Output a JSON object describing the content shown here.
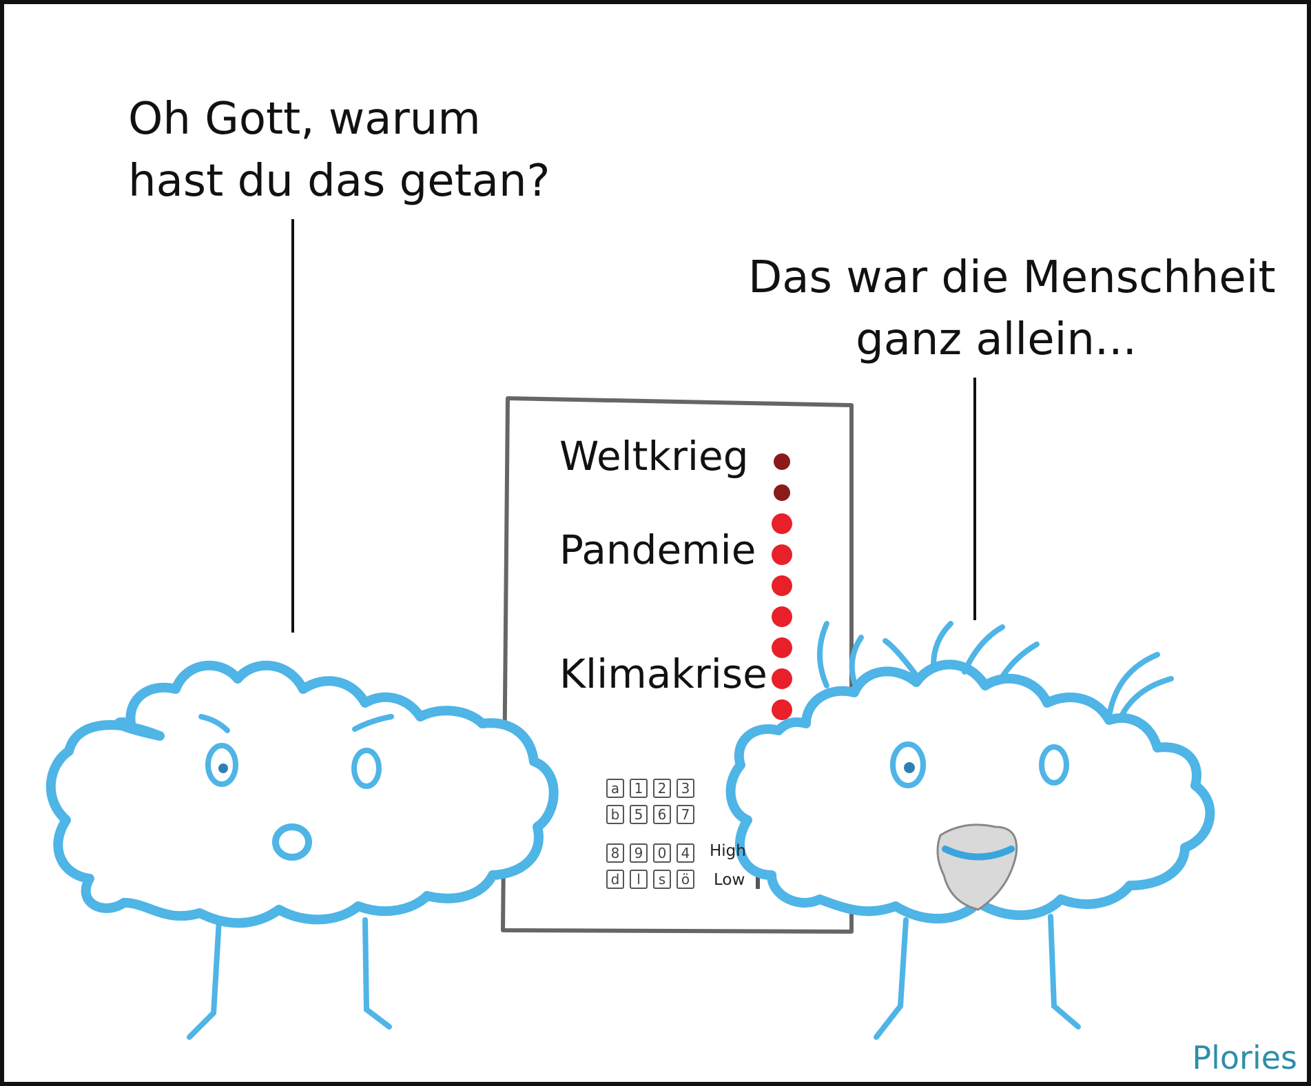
{
  "speech": {
    "left_line1": "Oh Gott, warum",
    "left_line2": "hast du das getan?",
    "right_line1": "Das war die Menschheit",
    "right_line2": "ganz allein..."
  },
  "panel": {
    "label_weltkrieg": "Weltkrieg",
    "label_pandemie": "Pandemie",
    "label_klimakrise": "Klimakrise",
    "keys_row1": [
      "a",
      "1",
      "2",
      "3"
    ],
    "keys_row2": [
      "b",
      "5",
      "6",
      "7"
    ],
    "keys_row3": [
      "8",
      "9",
      "0",
      "4"
    ],
    "keys_row4": [
      "d",
      "l",
      "s",
      "ö"
    ],
    "label_high": "High",
    "label_low": "Low",
    "level_lights_total": 9,
    "level_lights_dark": 2,
    "slider_level": "high"
  },
  "signature": "Plories",
  "colors": {
    "cloud_outline": "#4fb4e6",
    "light_dark": "#8b1a1a",
    "light_red": "#e8202a",
    "panel_border": "#666666",
    "signature": "#2c8fa8"
  }
}
